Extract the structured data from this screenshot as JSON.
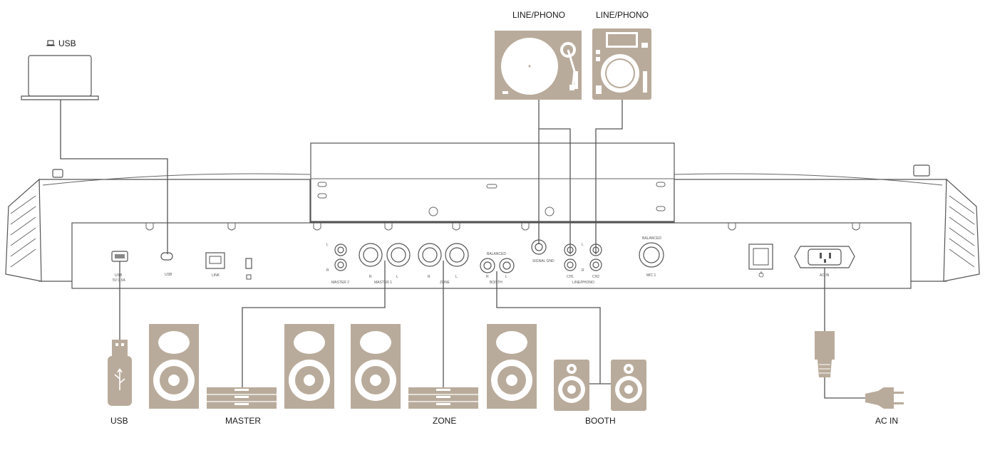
{
  "devices": {
    "laptop_label": "USB",
    "turntable_label": "LINE/PHONO",
    "cdj_label": "LINE/PHONO",
    "usb_label": "USB",
    "master_label": "MASTER",
    "zone_label": "ZONE",
    "booth_label": "BOOTH",
    "acin_label": "AC IN"
  },
  "panel": {
    "usb_a_label": "USB",
    "usb_a_sub": "5V 0.5A",
    "usb_c_label": "USB",
    "link_label": "LINK",
    "master2_label": "MASTER 2",
    "master1_label": "MASTER 1",
    "master_l": "L",
    "master_r": "R",
    "xlr_r": "R",
    "xlr_l": "L",
    "zone_label": "ZONE",
    "balanced_booth": "BALANCED",
    "booth_label": "BOOTH",
    "booth_r": "R",
    "booth_l": "L",
    "signal_gnd": "SIGNAL GND",
    "ch_a": "CH1",
    "ch_b": "CH2",
    "linephono_label": "LINE/PHONO",
    "balanced_mic": "BALANCED",
    "mic_label": "MIC 1",
    "acin_label": "AC IN"
  }
}
